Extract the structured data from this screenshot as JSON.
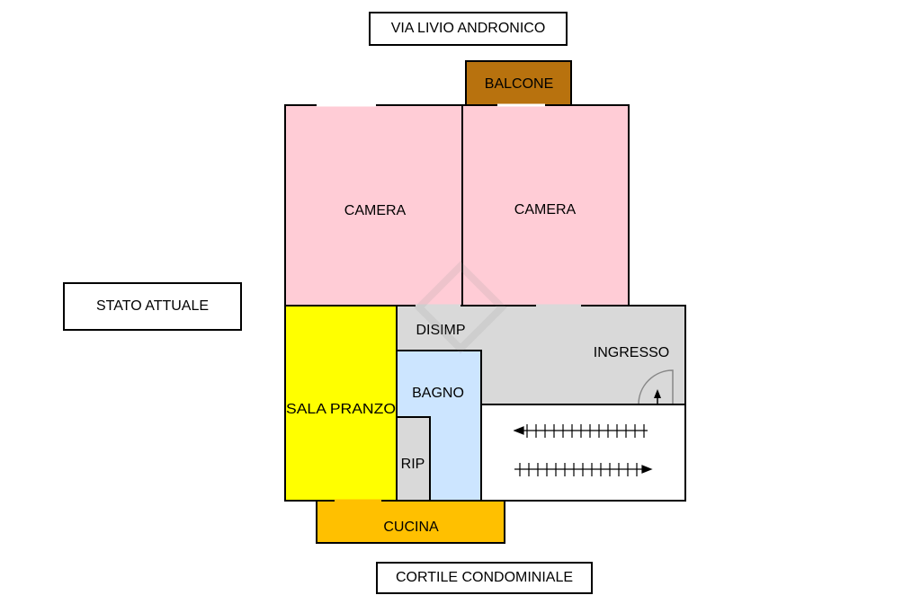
{
  "labels": {
    "street": "VIA LIVIO ANDRONICO",
    "status": "STATO ATTUALE",
    "courtyard": "CORTILE CONDOMINIALE"
  },
  "rooms": {
    "balcony": "BALCONE",
    "bedroom_left": "CAMERA",
    "bedroom_right": "CAMERA",
    "hallway": "DISIMP",
    "entrance": "INGRESSO",
    "dining": "SALA PRANZO",
    "bathroom": "BAGNO",
    "storage": "RIP",
    "kitchen": "CUCINA"
  },
  "colors": {
    "bedroom": "#ffccd6",
    "dining": "#ffff00",
    "bathroom": "#cce5ff",
    "circulation": "#d9d9d9",
    "kitchen": "#ffc000",
    "balcony": "#b8720e",
    "stairs": "#ffffff",
    "wall": "#000000"
  }
}
